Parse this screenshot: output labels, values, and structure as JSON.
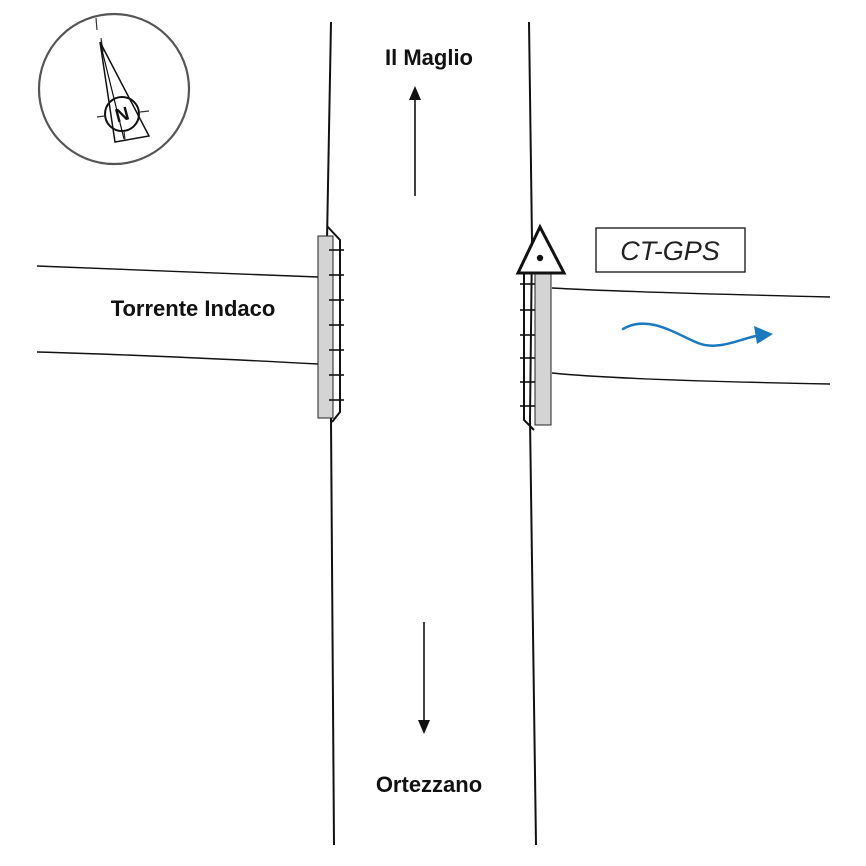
{
  "map": {
    "labels": {
      "north_destination": "Il Maglio",
      "south_destination": "Ortezzano",
      "stream": "Torrente Indaco",
      "station": "CT-GPS"
    },
    "compass": {
      "letter": "N"
    },
    "icons": {
      "compass": "compass-rose-icon",
      "station": "gps-station-triangle-icon",
      "flow": "water-flow-arrow-icon"
    },
    "colors": {
      "background": "#ffffff",
      "lines": "#111111",
      "bridge_fill": "#d4d4d4",
      "flow_arrow": "#1a7abf",
      "compass_circle": "#555555"
    }
  }
}
